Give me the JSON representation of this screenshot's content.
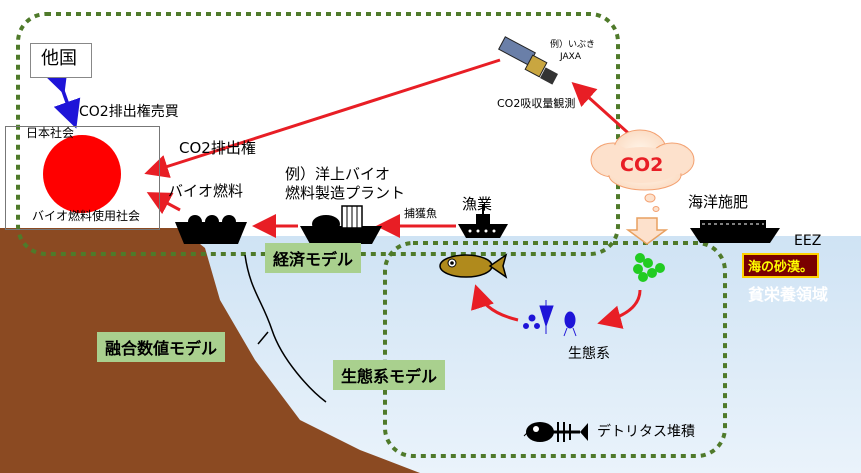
{
  "labels": {
    "other_country": "他国",
    "co2_trading": "CO2排出権売買",
    "japan_society": "日本社会",
    "biofuel_society": "バイオ燃料使用社会",
    "co2_emission_rights": "CO2排出権",
    "biofuel": "バイオ燃料",
    "plant_line1": "例）洋上バイオ",
    "plant_line2": "燃料製造プラント",
    "catch": "捕獲魚",
    "fishery": "漁業",
    "satellite_line1": "例）いぶき",
    "satellite_line2": "JAXA",
    "co2_observation": "CO2吸収量観測",
    "co2": "CO2",
    "ocean_fertilization": "海洋施肥",
    "eez": "EEZ",
    "ocean_desert": "海の砂漠。",
    "poor_nutrient_area": "貧栄養領域",
    "economic_model": "経済モデル",
    "fusion_model": "融合数値モデル",
    "ecosystem_model": "生態系モデル",
    "ecosystem": "生態系",
    "detritus": "デトリタス堆積"
  },
  "colors": {
    "arrow_red": "#e81e25",
    "arrow_blue": "#1e14d8",
    "dashed_green": "#4f7a2a",
    "label_green": "#a9d08e",
    "sea": "#d6e8f6",
    "land": "#8b4a22",
    "sun_red": "#ff0000",
    "plankton_green": "#22cc22",
    "fish_olive": "#b08a1c"
  }
}
